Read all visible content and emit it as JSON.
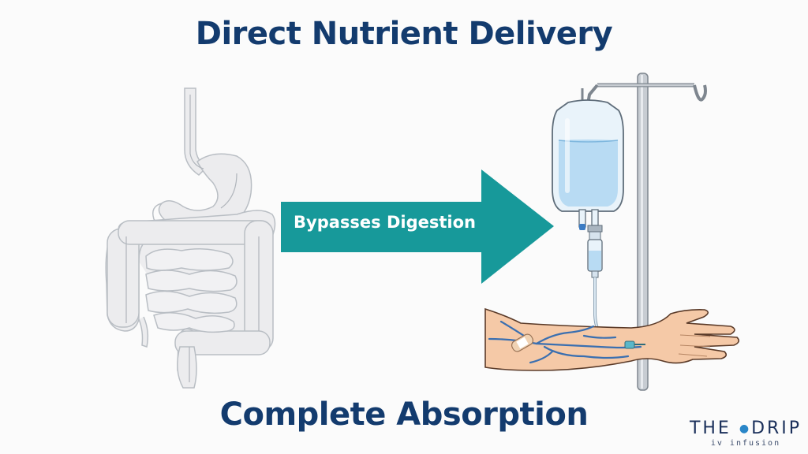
{
  "header": {
    "title": "Direct Nutrient Delivery"
  },
  "diagram": {
    "left_illustration": "digestive-system",
    "arrow": {
      "label": "Bypasses Digestion",
      "color": "#17999a"
    },
    "right_illustration": "iv-drip-into-arm"
  },
  "footer": {
    "title": "Complete Absorption"
  },
  "logo": {
    "main_left": "THE",
    "main_right": "DRIP",
    "subtitle": "iv infusion",
    "accent_color": "#2a86c8"
  },
  "colors": {
    "title": "#133b6e",
    "arrow": "#17999a",
    "fluid": "#bcdcf2",
    "skin": "#f4c7a5",
    "vein": "#3a6fb0"
  }
}
